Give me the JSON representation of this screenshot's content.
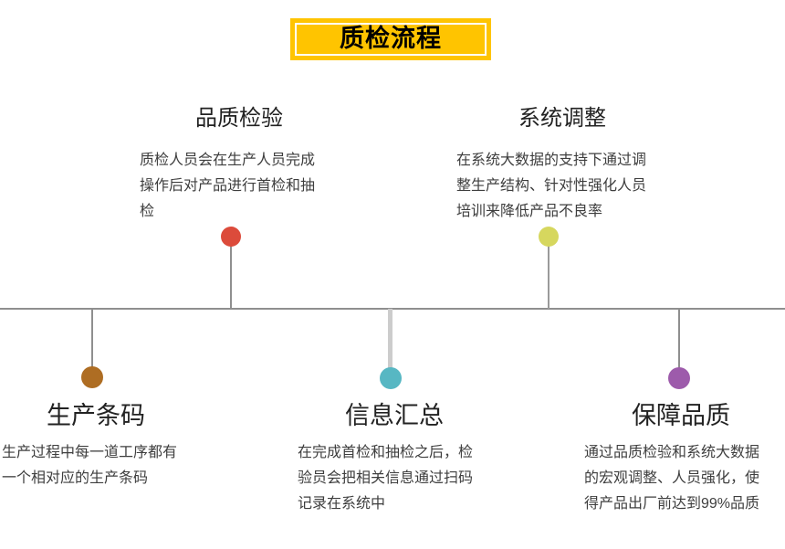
{
  "header": {
    "title": "质检流程"
  },
  "colors": {
    "title_bg": "#FFC400",
    "title_border": "#FFFFFF",
    "title_text": "#000000",
    "timeline_line": "#8F8F8F"
  },
  "steps_above": [
    {
      "title": "品质检验",
      "desc_lines": [
        "质检人员会在生产人员完成",
        "操作后对产品进行首检和抽",
        "检"
      ],
      "dot_color": "#DC4B3B"
    },
    {
      "title": "系统调整",
      "desc_lines": [
        "在系统大数据的支持下通过调",
        "整生产结构、针对性强化人员",
        "培训来降低产品不良率"
      ],
      "dot_color": "#D6D75E"
    }
  ],
  "steps_below": [
    {
      "title": "生产条码",
      "desc_lines": [
        "生产过程中每一道工序都有",
        "一个相对应的生产条码"
      ],
      "dot_color": "#AE6D23"
    },
    {
      "title": "信息汇总",
      "desc_lines": [
        "在完成首检和抽检之后，检",
        "验员会把相关信息通过扫码",
        "记录在系统中"
      ],
      "dot_color": "#57B7C3"
    },
    {
      "title": "保障品质",
      "desc_lines": [
        "通过品质检验和系统大数据",
        "的宏观调整、人员强化，使",
        "得产品出厂前达到99%品质"
      ],
      "dot_color": "#9D5BAB"
    }
  ]
}
